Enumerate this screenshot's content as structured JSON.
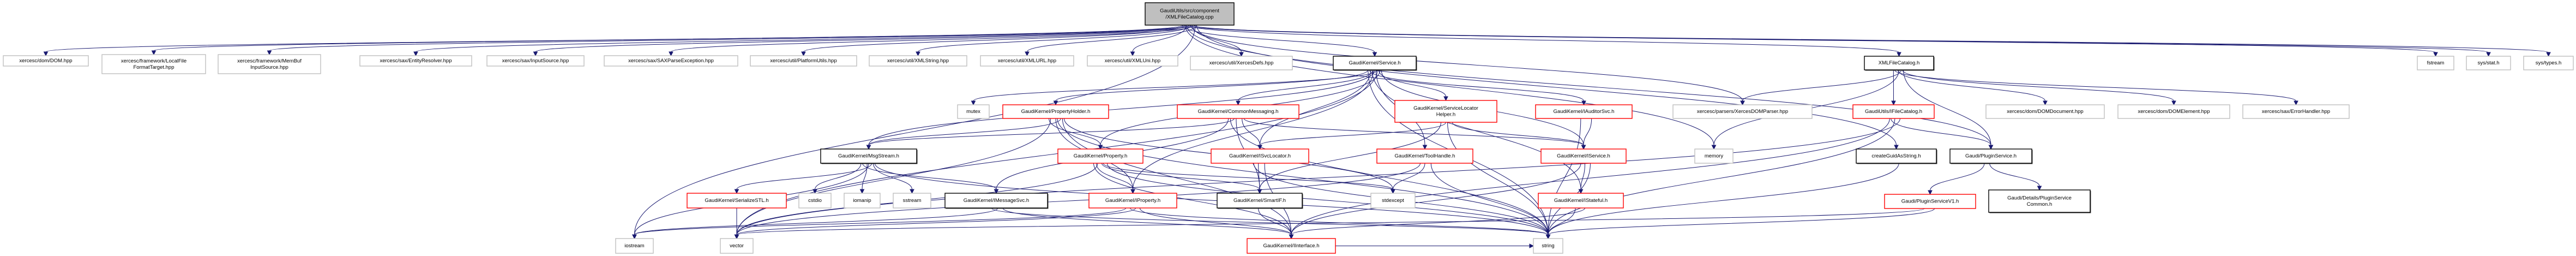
{
  "title": "GaudiUtils/src/component/XMLFileCatalog.cpp",
  "colors": {
    "edge": "#191970",
    "root_fill": "#bfbfbf",
    "documented_border": "#000000",
    "undocumented_border": "#bfbfbf",
    "incomplete_border": "#ff0000"
  },
  "nodes": [
    {
      "id": "root",
      "label": [
        "GaudiUtils/src/component",
        "/XMLFileCatalog.cpp"
      ],
      "kind": "root"
    },
    {
      "id": "dom",
      "label": [
        "xercesc/dom/DOM.hpp"
      ],
      "kind": "plain"
    },
    {
      "id": "localfile",
      "label": [
        "xercesc/framework/LocalFile",
        "FormatTarget.hpp"
      ],
      "kind": "plain"
    },
    {
      "id": "membuf",
      "label": [
        "xercesc/framework/MemBuf",
        "InputSource.hpp"
      ],
      "kind": "plain"
    },
    {
      "id": "entityresolver",
      "label": [
        "xercesc/sax/EntityResolver.hpp"
      ],
      "kind": "plain"
    },
    {
      "id": "inputsource",
      "label": [
        "xercesc/sax/InputSource.hpp"
      ],
      "kind": "plain"
    },
    {
      "id": "saxparse",
      "label": [
        "xercesc/sax/SAXParseException.hpp"
      ],
      "kind": "plain"
    },
    {
      "id": "platformutils",
      "label": [
        "xercesc/util/PlatformUtils.hpp"
      ],
      "kind": "plain"
    },
    {
      "id": "xmlstring",
      "label": [
        "xercesc/util/XMLString.hpp"
      ],
      "kind": "plain"
    },
    {
      "id": "xmlurl",
      "label": [
        "xercesc/util/XMLURL.hpp"
      ],
      "kind": "plain"
    },
    {
      "id": "xmluni",
      "label": [
        "xercesc/util/XMLUni.hpp"
      ],
      "kind": "plain"
    },
    {
      "id": "xercesdefs",
      "label": [
        "xercesc/util/XercesDefs.hpp"
      ],
      "kind": "plain"
    },
    {
      "id": "service",
      "label": [
        "GaudiKernel/Service.h"
      ],
      "kind": "doc"
    },
    {
      "id": "xmlfilecatalog_h",
      "label": [
        "XMLFileCatalog.h"
      ],
      "kind": "doc"
    },
    {
      "id": "fstream",
      "label": [
        "fstream"
      ],
      "kind": "plain"
    },
    {
      "id": "sysstat",
      "label": [
        "sys/stat.h"
      ],
      "kind": "plain"
    },
    {
      "id": "systypes",
      "label": [
        "sys/types.h"
      ],
      "kind": "plain"
    },
    {
      "id": "mutex",
      "label": [
        "mutex"
      ],
      "kind": "plain"
    },
    {
      "id": "propertyholder",
      "label": [
        "GaudiKernel/PropertyHolder.h"
      ],
      "kind": "red"
    },
    {
      "id": "commonmessaging",
      "label": [
        "GaudiKernel/CommonMessaging.h"
      ],
      "kind": "red"
    },
    {
      "id": "svclocatorhelper",
      "label": [
        "GaudiKernel/ServiceLocator",
        "Helper.h"
      ],
      "kind": "red"
    },
    {
      "id": "iauditorsvc",
      "label": [
        "GaudiKernel/IAuditorSvc.h"
      ],
      "kind": "red"
    },
    {
      "id": "xercesdomparser",
      "label": [
        "xercesc/parsers/XercesDOMParser.hpp"
      ],
      "kind": "plain"
    },
    {
      "id": "ifilecatalog",
      "label": [
        "GaudiUtils/IFileCatalog.h"
      ],
      "kind": "red"
    },
    {
      "id": "domdocument",
      "label": [
        "xercesc/dom/DOMDocument.hpp"
      ],
      "kind": "plain"
    },
    {
      "id": "domelement",
      "label": [
        "xercesc/dom/DOMElement.hpp"
      ],
      "kind": "plain"
    },
    {
      "id": "errorhandler",
      "label": [
        "xercesc/sax/ErrorHandler.hpp"
      ],
      "kind": "plain"
    },
    {
      "id": "msgstream",
      "label": [
        "GaudiKernel/MsgStream.h"
      ],
      "kind": "doc"
    },
    {
      "id": "property",
      "label": [
        "GaudiKernel/Property.h"
      ],
      "kind": "red"
    },
    {
      "id": "isvclocator",
      "label": [
        "GaudiKernel/ISvcLocator.h"
      ],
      "kind": "red"
    },
    {
      "id": "toolhandle",
      "label": [
        "GaudiKernel/ToolHandle.h"
      ],
      "kind": "red"
    },
    {
      "id": "iservice",
      "label": [
        "GaudiKernel/IService.h"
      ],
      "kind": "red"
    },
    {
      "id": "memory",
      "label": [
        "memory"
      ],
      "kind": "plain"
    },
    {
      "id": "createguid",
      "label": [
        "createGuidAsString.h"
      ],
      "kind": "doc"
    },
    {
      "id": "pluginservice",
      "label": [
        "Gaudi/PluginService.h"
      ],
      "kind": "doc"
    },
    {
      "id": "serializestl",
      "label": [
        "GaudiKernel/SerializeSTL.h"
      ],
      "kind": "red"
    },
    {
      "id": "cstdio",
      "label": [
        "cstdio"
      ],
      "kind": "plain"
    },
    {
      "id": "iomanip",
      "label": [
        "iomanip"
      ],
      "kind": "plain"
    },
    {
      "id": "sstream",
      "label": [
        "sstream"
      ],
      "kind": "plain"
    },
    {
      "id": "imessagesvc",
      "label": [
        "GaudiKernel/IMessageSvc.h"
      ],
      "kind": "doc"
    },
    {
      "id": "iproperty",
      "label": [
        "GaudiKernel/IProperty.h"
      ],
      "kind": "red"
    },
    {
      "id": "smartif",
      "label": [
        "GaudiKernel/SmartIF.h"
      ],
      "kind": "doc"
    },
    {
      "id": "stdexcept",
      "label": [
        "stdexcept"
      ],
      "kind": "plain"
    },
    {
      "id": "istateful",
      "label": [
        "GaudiKernel/IStateful.h"
      ],
      "kind": "red"
    },
    {
      "id": "pluginservicev1",
      "label": [
        "Gaudi/PluginServiceV1.h"
      ],
      "kind": "red"
    },
    {
      "id": "pluginservicecommon",
      "label": [
        "Gaudi/Details/PluginService",
        "Common.h"
      ],
      "kind": "doc"
    },
    {
      "id": "iostream",
      "label": [
        "iostream"
      ],
      "kind": "plain"
    },
    {
      "id": "vector",
      "label": [
        "vector"
      ],
      "kind": "plain"
    },
    {
      "id": "iinterface",
      "label": [
        "GaudiKernel/IInterface.h"
      ],
      "kind": "red"
    },
    {
      "id": "string",
      "label": [
        "string"
      ],
      "kind": "plain"
    }
  ],
  "edges": [
    [
      "root",
      "dom"
    ],
    [
      "root",
      "localfile"
    ],
    [
      "root",
      "membuf"
    ],
    [
      "root",
      "entityresolver"
    ],
    [
      "root",
      "inputsource"
    ],
    [
      "root",
      "saxparse"
    ],
    [
      "root",
      "platformutils"
    ],
    [
      "root",
      "xmlstring"
    ],
    [
      "root",
      "xmlurl"
    ],
    [
      "root",
      "xmluni"
    ],
    [
      "root",
      "xercesdefs"
    ],
    [
      "root",
      "service"
    ],
    [
      "root",
      "xmlfilecatalog_h"
    ],
    [
      "root",
      "fstream"
    ],
    [
      "root",
      "sysstat"
    ],
    [
      "root",
      "systypes"
    ],
    [
      "root",
      "iostream"
    ],
    [
      "root",
      "memory"
    ],
    [
      "root",
      "xercesdomparser"
    ],
    [
      "root",
      "createguid"
    ],
    [
      "root",
      "pluginservice"
    ],
    [
      "service",
      "mutex"
    ],
    [
      "service",
      "propertyholder"
    ],
    [
      "service",
      "commonmessaging"
    ],
    [
      "service",
      "svclocatorhelper"
    ],
    [
      "service",
      "iauditorsvc"
    ],
    [
      "service",
      "msgstream"
    ],
    [
      "service",
      "property"
    ],
    [
      "service",
      "isvclocator"
    ],
    [
      "service",
      "toolhandle"
    ],
    [
      "service",
      "iservice"
    ],
    [
      "service",
      "istateful"
    ],
    [
      "service",
      "vector"
    ],
    [
      "service",
      "string"
    ],
    [
      "service",
      "iproperty"
    ],
    [
      "propertyholder",
      "msgstream"
    ],
    [
      "propertyholder",
      "property"
    ],
    [
      "propertyholder",
      "iproperty"
    ],
    [
      "propertyholder",
      "iinterface"
    ],
    [
      "propertyholder",
      "vector"
    ],
    [
      "propertyholder",
      "string"
    ],
    [
      "propertyholder",
      "stdexcept"
    ],
    [
      "commonmessaging",
      "msgstream"
    ],
    [
      "commonmessaging",
      "isvclocator"
    ],
    [
      "commonmessaging",
      "imessagesvc"
    ],
    [
      "commonmessaging",
      "smartif"
    ],
    [
      "commonmessaging",
      "iservice"
    ],
    [
      "commonmessaging",
      "string"
    ],
    [
      "svclocatorhelper",
      "isvclocator"
    ],
    [
      "svclocatorhelper",
      "iservice"
    ],
    [
      "svclocatorhelper",
      "smartif"
    ],
    [
      "svclocatorhelper",
      "string"
    ],
    [
      "iauditorsvc",
      "iservice"
    ],
    [
      "iauditorsvc",
      "string"
    ],
    [
      "xmlfilecatalog_h",
      "xercesdomparser"
    ],
    [
      "xmlfilecatalog_h",
      "ifilecatalog"
    ],
    [
      "xmlfilecatalog_h",
      "domdocument"
    ],
    [
      "xmlfilecatalog_h",
      "domelement"
    ],
    [
      "xmlfilecatalog_h",
      "errorhandler"
    ],
    [
      "xmlfilecatalog_h",
      "memory"
    ],
    [
      "xmlfilecatalog_h",
      "pluginservice"
    ],
    [
      "ifilecatalog",
      "iinterface"
    ],
    [
      "ifilecatalog",
      "string"
    ],
    [
      "ifilecatalog",
      "vector"
    ],
    [
      "ifilecatalog",
      "pluginservice"
    ],
    [
      "msgstream",
      "serializestl"
    ],
    [
      "msgstream",
      "cstdio"
    ],
    [
      "msgstream",
      "iomanip"
    ],
    [
      "msgstream",
      "sstream"
    ],
    [
      "msgstream",
      "imessagesvc"
    ],
    [
      "msgstream",
      "iostream"
    ],
    [
      "msgstream",
      "string"
    ],
    [
      "property",
      "iproperty"
    ],
    [
      "property",
      "smartif"
    ],
    [
      "property",
      "string"
    ],
    [
      "property",
      "vector"
    ],
    [
      "property",
      "stdexcept"
    ],
    [
      "property",
      "iinterface"
    ],
    [
      "isvclocator",
      "smartif"
    ],
    [
      "isvclocator",
      "iinterface"
    ],
    [
      "isvclocator",
      "string"
    ],
    [
      "toolhandle",
      "stdexcept"
    ],
    [
      "toolhandle",
      "string"
    ],
    [
      "toolhandle",
      "vector"
    ],
    [
      "iservice",
      "istateful"
    ],
    [
      "iservice",
      "string"
    ],
    [
      "iservice",
      "iinterface"
    ],
    [
      "createguid",
      "string"
    ],
    [
      "pluginservice",
      "pluginservicev1"
    ],
    [
      "pluginservice",
      "pluginservicecommon"
    ],
    [
      "pluginservicev1",
      "string"
    ],
    [
      "pluginservicev1",
      "vector"
    ],
    [
      "serializestl",
      "vector"
    ],
    [
      "imessagesvc",
      "iinterface"
    ],
    [
      "imessagesvc",
      "string"
    ],
    [
      "imessagesvc",
      "iostream"
    ],
    [
      "iproperty",
      "iinterface"
    ],
    [
      "iproperty",
      "string"
    ],
    [
      "iproperty",
      "vector"
    ],
    [
      "iproperty",
      "iostream"
    ],
    [
      "smartif",
      "iinterface"
    ],
    [
      "istateful",
      "iinterface"
    ],
    [
      "istateful",
      "string"
    ],
    [
      "iinterface",
      "string"
    ]
  ]
}
